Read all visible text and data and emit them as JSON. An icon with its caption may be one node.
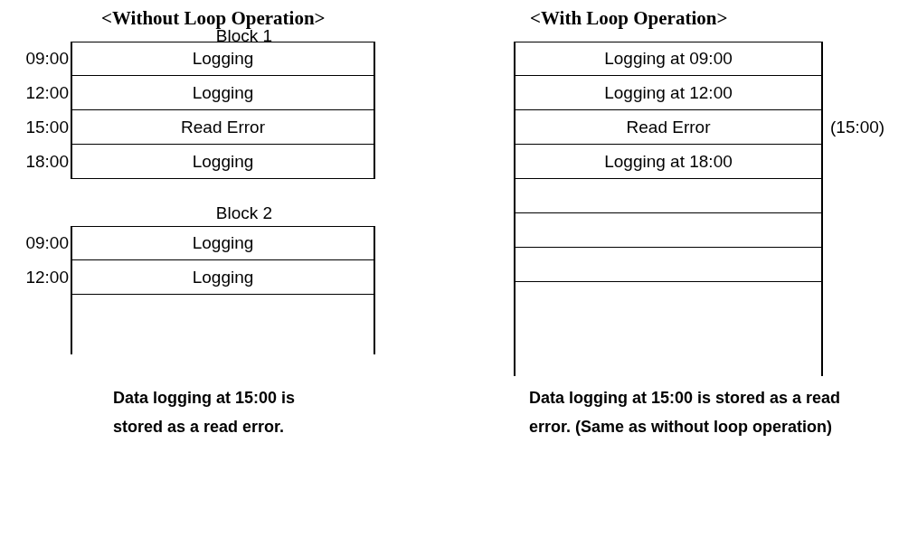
{
  "diagram": {
    "labels": [
      "<Without Loop Operation>",
      "<With Loop Operation>",
      "Block 1",
      "09:00",
      "Logging",
      "12:00",
      "Logging",
      "15:00",
      "Read Error",
      "18:00",
      "Logging",
      "Block 2",
      "09:00",
      "Logging",
      "12:00",
      "Logging",
      "Data logging at 15:00 is stored as a read error.",
      "Logging at 09:00",
      "Logging at 12:00",
      "Read Error",
      "(15:00)",
      "Logging at 18:00",
      "Data logging at 15:00 is stored as a read error. (Same as without loop operation)"
    ]
  }
}
